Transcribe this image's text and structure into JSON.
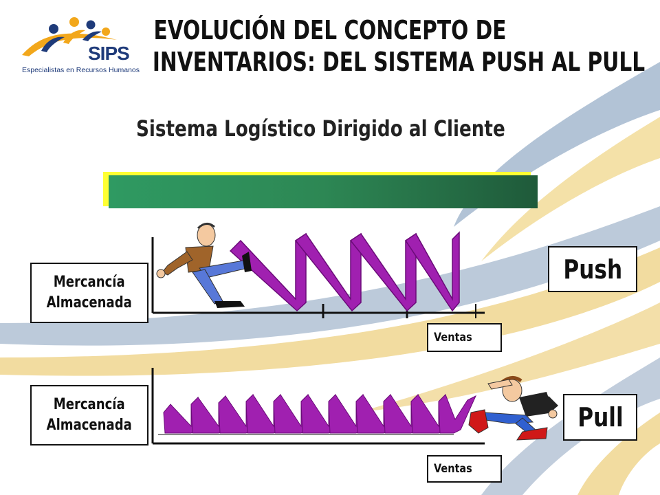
{
  "logo": {
    "name": "SIPS",
    "tagline": "Especialistas en Recursos Humanos"
  },
  "title": {
    "line1": "EVOLUCIÓN DEL CONCEPTO DE",
    "line2": "INVENTARIOS: DEL SISTEMA PUSH AL PULL"
  },
  "subtitle": "Sistema Logístico Dirigido al Cliente",
  "push_section": {
    "stock_label_line1": "Mercancía",
    "stock_label_line2": "Almacenada",
    "sales_label": "Ventas",
    "mode_label": "Push"
  },
  "pull_section": {
    "stock_label_line1": "Mercancía",
    "stock_label_line2": "Almacenada",
    "sales_label": "Ventas",
    "mode_label": "Pull"
  },
  "colors": {
    "banner_green": "#2d8754",
    "banner_shadow": "#ffff33",
    "sawtooth_purple": "#a020b0",
    "swoosh_blue": "#93a8c3",
    "swoosh_gold": "#f2dca0"
  }
}
